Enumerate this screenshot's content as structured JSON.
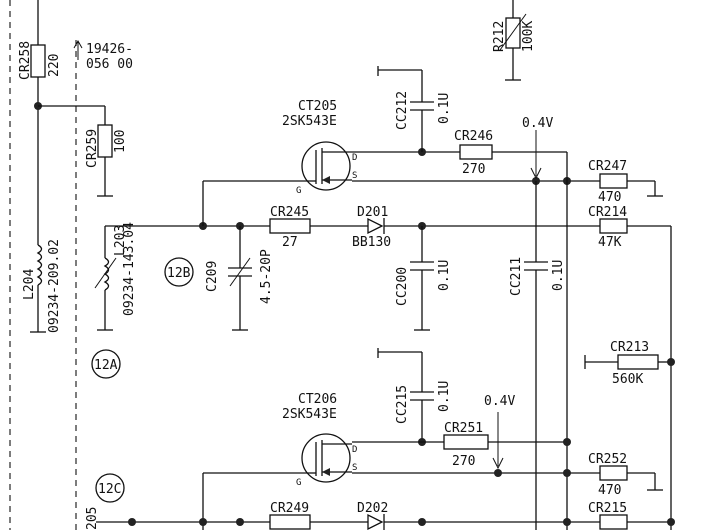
{
  "part_number": {
    "line1": "19426-",
    "line2": "056 00"
  },
  "voltages": {
    "v1": "0.4V",
    "v2": "0.4V"
  },
  "connectors": {
    "c12a": "12A",
    "c12b": "12B",
    "c12c": "12C"
  },
  "resistors": {
    "cr258": {
      "ref": "CR258",
      "value": "220"
    },
    "cr259": {
      "ref": "CR259",
      "value": "100"
    },
    "cr245": {
      "ref": "CR245",
      "value": "27"
    },
    "cr246": {
      "ref": "CR246",
      "value": "270"
    },
    "cr247": {
      "ref": "CR247",
      "value": "470"
    },
    "cr214": {
      "ref": "CR214",
      "value": "47K"
    },
    "cr213": {
      "ref": "CR213",
      "value": "560K"
    },
    "cr212": {
      "ref": "R212",
      "value": "100K"
    },
    "cr251": {
      "ref": "CR251",
      "value": "270"
    },
    "cr252": {
      "ref": "CR252",
      "value": "470"
    },
    "cr249": {
      "ref": "CR249",
      "value": ""
    },
    "cr215": {
      "ref": "CR215",
      "value": ""
    }
  },
  "capacitors": {
    "cc212": {
      "ref": "CC212",
      "value": "0.1U"
    },
    "c209": {
      "ref": "C209",
      "value": "4.5-20P"
    },
    "cc200": {
      "ref": "CC200",
      "value": "0.1U"
    },
    "cc211": {
      "ref": "CC211",
      "value": "0.1U"
    },
    "cc215": {
      "ref": "CC215",
      "value": "0.1U"
    }
  },
  "inductors": {
    "l204": {
      "ref": "L204",
      "value": "09234-209.02"
    },
    "l203": {
      "ref": "L203",
      "value": "09234-143.04"
    }
  },
  "transistors": {
    "ct205": {
      "ref": "CT205",
      "type": "2SK543E"
    },
    "ct206": {
      "ref": "CT206",
      "type": "2SK543E"
    }
  },
  "diodes": {
    "d201": {
      "ref": "D201",
      "type": "BB130"
    },
    "d202": {
      "ref": "D202",
      "type": ""
    }
  },
  "pins": {
    "g": "G",
    "d": "D",
    "s": "S"
  },
  "partial": {
    "cut_ref": "205"
  }
}
